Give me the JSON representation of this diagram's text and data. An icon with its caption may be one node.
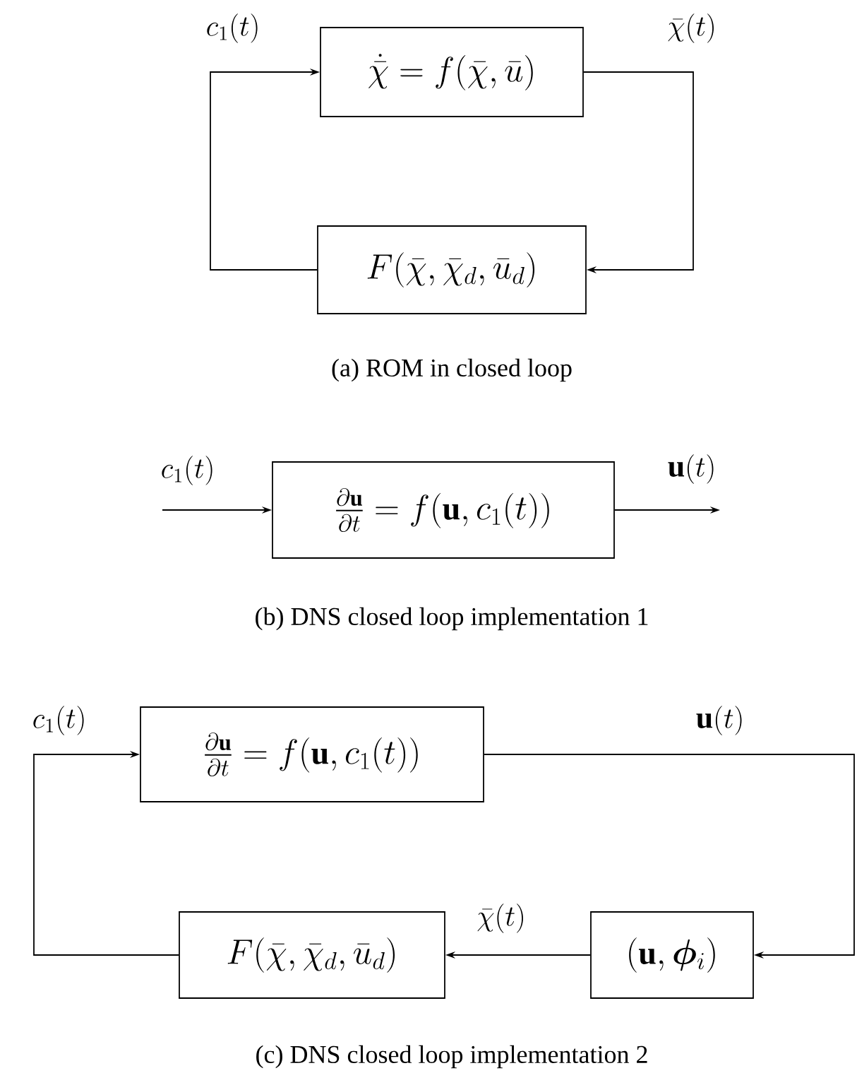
{
  "diagram": {
    "nodes": [
      {
        "text": [
          "\\dot{\\bar{\\chi}} = f(\\bar{\\chi}, \\bar{u})"
        ]
      },
      {
        "text": [
          "F(\\bar{\\chi}, \\bar{\\chi}_d, \\bar{u}_d)"
        ]
      },
      {
        "text": [
          "\\frac{\\partial \\mathbf{u}}{\\partial t} = f(\\mathbf{u}, c_1(t))"
        ]
      },
      {
        "text": [
          "\\frac{\\partial \\mathbf{u}}{\\partial t} = f(\\mathbf{u}, c_1(t))"
        ]
      },
      {
        "text": [
          "F(\\bar{\\chi}, \\bar{\\chi}_d, \\bar{u}_d)"
        ]
      },
      {
        "text": [
          "(\\mathbf{u}, \\boldsymbol{\\phi}_i)"
        ]
      }
    ],
    "edges": [
      {
        "from": 0,
        "to": 1,
        "arrow": "to",
        "label": "\\bar{\\chi}(t)"
      },
      {
        "from": 1,
        "to": 0,
        "arrow": "to",
        "label": "c_1(t)"
      },
      {
        "from": null,
        "to": 2,
        "arrow": "to",
        "label": "c_1(t)"
      },
      {
        "from": 2,
        "to": null,
        "arrow": "to",
        "label": "\\mathbf{u}(t)"
      },
      {
        "from": 3,
        "to": 5,
        "arrow": "to",
        "label": "\\mathbf{u}(t)"
      },
      {
        "from": 5,
        "to": 4,
        "arrow": "to",
        "label": "\\bar{\\chi}(t)"
      },
      {
        "from": 4,
        "to": 3,
        "arrow": "to",
        "label": "c_1(t)"
      }
    ],
    "labels": [
      "(a) ROM in closed loop",
      "(b) DNS closed loop implementation 1",
      "(c) DNS closed loop implementation 2"
    ]
  }
}
